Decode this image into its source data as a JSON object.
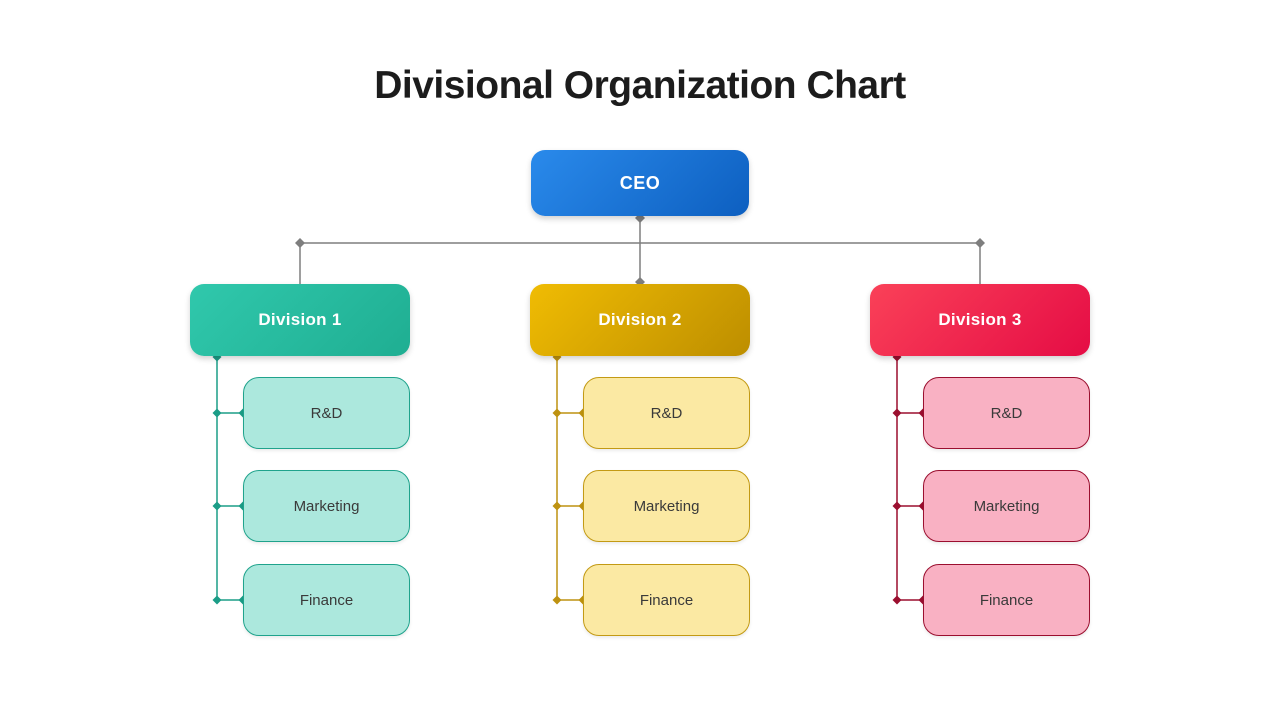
{
  "title": "Divisional Organization Chart",
  "ceo": {
    "label": "CEO"
  },
  "divisions": [
    {
      "label": "Division 1",
      "children": [
        "R&D",
        "Marketing",
        "Finance"
      ]
    },
    {
      "label": "Division 2",
      "children": [
        "R&D",
        "Marketing",
        "Finance"
      ]
    },
    {
      "label": "Division 3",
      "children": [
        "R&D",
        "Marketing",
        "Finance"
      ]
    }
  ],
  "colors": {
    "ceo_gradient_start": "#2A8AEB",
    "ceo_gradient_end": "#0D5FC0",
    "connector_gray": "#7E7E7E",
    "division1_gradient_start": "#30C8AC",
    "division1_gradient_end": "#1FAE92",
    "division1_child_fill": "#ACE8DD",
    "division1_line": "#1B9D87",
    "division2_gradient_start": "#F0BC03",
    "division2_gradient_end": "#BD8E00",
    "division2_child_fill": "#FBE9A3",
    "division2_line": "#BE9210",
    "division3_gradient_start": "#FA4158",
    "division3_gradient_end": "#E50C45",
    "division3_child_fill": "#F9B1C3",
    "division3_line": "#9B0F2F",
    "title_color": "#1C1C1C",
    "child_text_color": "#3A3A3A",
    "background": "#FFFFFF"
  }
}
